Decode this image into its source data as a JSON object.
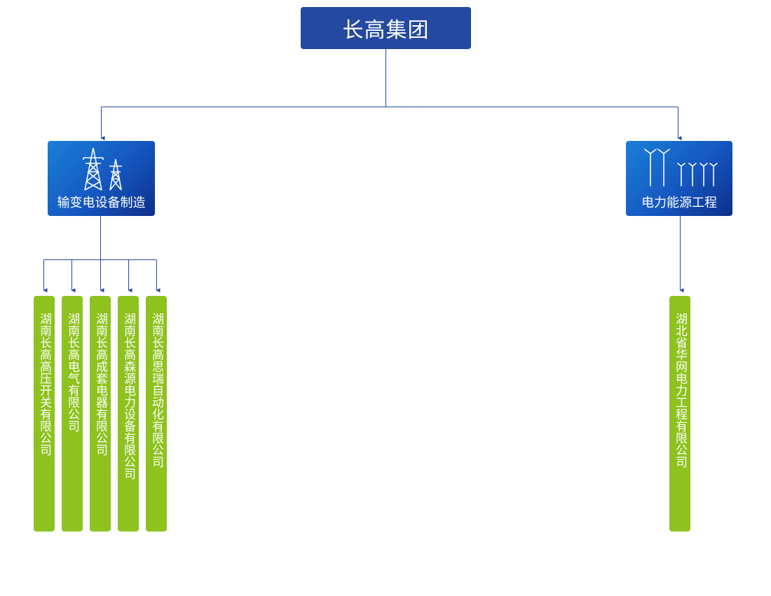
{
  "root": {
    "label": "长高集团"
  },
  "divisions": [
    {
      "label": "输变电设备制造",
      "icon": "transmission-tower-icon"
    },
    {
      "label": "电力能源工程",
      "icon": "wind-turbine-icon"
    }
  ],
  "subsidiaries_left": [
    "湖南长高高压开关有限公司",
    "湖南长高电气有限公司",
    "湖南长高成套电器有限公司",
    "湖南长高森源电力设备有限公司",
    "湖南长高思瑞自动化有限公司"
  ],
  "subsidiaries_right": [
    "湖北省华网电力工程有限公司"
  ],
  "colors": {
    "root": "#2449a0",
    "division": "#1557c0",
    "subsidiary": "#8dc21f",
    "line": "#2449a0"
  }
}
